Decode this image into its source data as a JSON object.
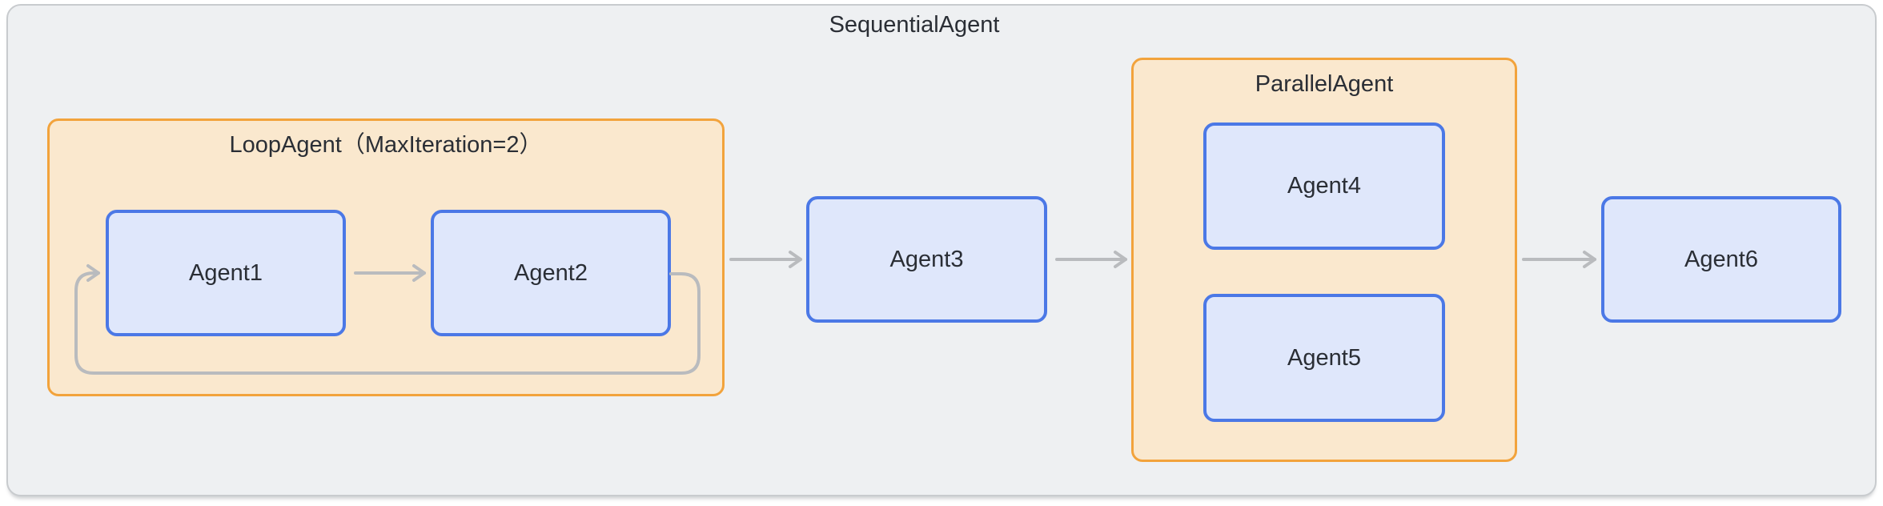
{
  "diagram": {
    "title": "SequentialAgent",
    "containers": {
      "loop": {
        "label": "LoopAgent（MaxIteration=2）",
        "children": [
          "Agent1",
          "Agent2"
        ]
      },
      "parallel": {
        "label": "ParallelAgent",
        "children": [
          "Agent4",
          "Agent5"
        ]
      }
    },
    "nodes": {
      "agent1": {
        "label": "Agent1"
      },
      "agent2": {
        "label": "Agent2"
      },
      "agent3": {
        "label": "Agent3"
      },
      "agent4": {
        "label": "Agent4"
      },
      "agent5": {
        "label": "Agent5"
      },
      "agent6": {
        "label": "Agent6"
      }
    },
    "edges": [
      {
        "from": "Agent1",
        "to": "Agent2",
        "type": "arrow"
      },
      {
        "from": "Agent2",
        "to": "Agent1",
        "type": "loop-back"
      },
      {
        "from": "LoopAgent",
        "to": "Agent3",
        "type": "arrow"
      },
      {
        "from": "Agent3",
        "to": "ParallelAgent",
        "type": "arrow"
      },
      {
        "from": "ParallelAgent",
        "to": "Agent6",
        "type": "arrow"
      }
    ]
  },
  "colors": {
    "canvas_bg": "#ffffff",
    "outer_fill": "#eef0f2",
    "outer_border": "#c8cbce",
    "container_fill": "#fae8ce",
    "container_border": "#f2a33c",
    "node_fill": "#dfe7fb",
    "node_border": "#4b78e6",
    "edge": "#b9bbbe",
    "text": "#2a2e35"
  }
}
